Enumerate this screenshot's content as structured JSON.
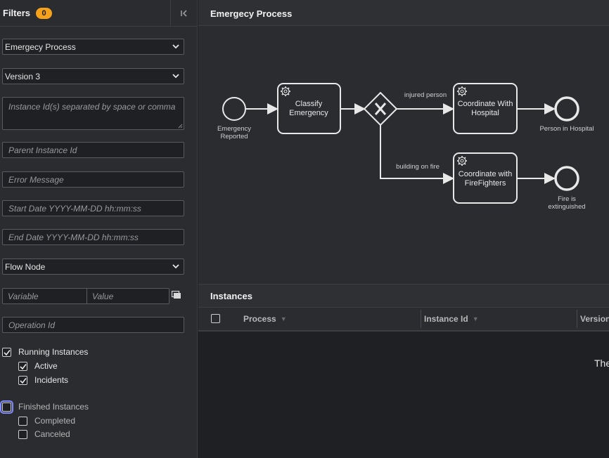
{
  "filters": {
    "title": "Filters",
    "count": "0",
    "process_select": "Emergecy Process",
    "version_select": "Version 3",
    "instance_ids_placeholder": "Instance Id(s) separated by space or comma",
    "parent_instance_placeholder": "Parent Instance Id",
    "error_message_placeholder": "Error Message",
    "start_date_placeholder": "Start Date YYYY-MM-DD hh:mm:ss",
    "end_date_placeholder": "End Date YYYY-MM-DD hh:mm:ss",
    "flow_node_select": "Flow Node",
    "variable_placeholder": "Variable",
    "value_placeholder": "Value",
    "operation_id_placeholder": "Operation Id",
    "running_instances": {
      "label": "Running Instances",
      "checked": true
    },
    "active": {
      "label": "Active",
      "checked": true
    },
    "incidents": {
      "label": "Incidents",
      "checked": true
    },
    "finished_instances": {
      "label": "Finished Instances",
      "checked": false
    },
    "completed": {
      "label": "Completed",
      "checked": false
    },
    "canceled": {
      "label": "Canceled",
      "checked": false
    }
  },
  "diagram": {
    "title": "Emergecy Process",
    "start_event_label_1": "Emergency",
    "start_event_label_2": "Reported",
    "task_classify_1": "Classify",
    "task_classify_2": "Emergency",
    "gateway_flow_injured": "injured person",
    "gateway_flow_fire": "building on fire",
    "task_hospital_1": "Coordinate With",
    "task_hospital_2": "Hospital",
    "task_fire_1": "Coordinate with",
    "task_fire_2": "FireFighters",
    "end_hospital_label": "Person in Hospital",
    "end_fire_label_1": "Fire is",
    "end_fire_label_2": "extinguished"
  },
  "instances": {
    "title": "Instances",
    "columns": [
      "Process",
      "Instance Id",
      "Version"
    ],
    "empty_message": "The"
  },
  "icons": {
    "collapse": "collapse-left-icon",
    "multi_variable": "multiple-variables-icon",
    "service_task": "gear-icon",
    "gateway": "exclusive-gateway-x-icon"
  },
  "colors": {
    "badge": "#f6a11c",
    "focus": "#7f8bff"
  }
}
